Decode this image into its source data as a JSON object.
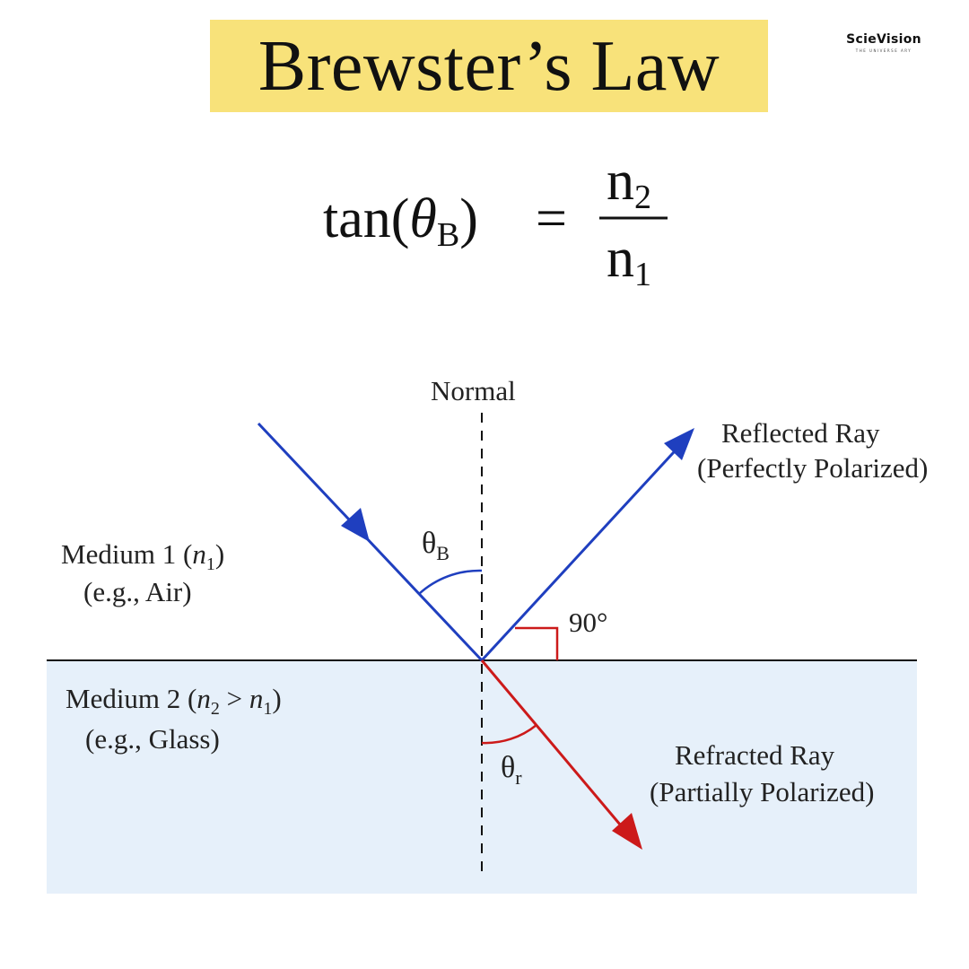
{
  "title": "Brewster’s Law",
  "logo": {
    "name": "ScieVision",
    "tagline": "THE UNIVERSE ARY"
  },
  "equation": {
    "lhs_func": "tan(",
    "lhs_theta": "θ",
    "lhs_sub": "B",
    "lhs_close": ")",
    "equals": "=",
    "numerator": "n",
    "numerator_sub": "2",
    "denominator": "n",
    "denominator_sub": "1"
  },
  "labels": {
    "normal": "Normal",
    "reflected_line1": "Reflected Ray",
    "reflected_line2": "(Perfectly Polarized)",
    "refracted_line1": "Refracted Ray",
    "refracted_line2": "(Partially Polarized)",
    "medium1_pre": "Medium 1 (",
    "medium1_n": "n",
    "medium1_sub": "1",
    "medium1_post": ")",
    "medium1_example": "(e.g., Air)",
    "medium2_pre": "Medium 2 (",
    "medium2_n2": "n",
    "medium2_sub2": "2",
    "medium2_gt": " > ",
    "medium2_n1": "n",
    "medium2_sub1": "1",
    "medium2_post": ")",
    "medium2_example": "(e.g., Glass)",
    "theta_b": "θ",
    "theta_b_sub": "B",
    "theta_r": "θ",
    "theta_r_sub": "r",
    "right_angle": "90°"
  },
  "colors": {
    "incident_ray": "#1f3fbf",
    "reflected_ray": "#1f3fbf",
    "refracted_ray": "#cc1a1a",
    "right_angle_mark": "#cc1a1a",
    "medium2_fill": "#e6f0fa",
    "title_background": "#f8e27a"
  }
}
